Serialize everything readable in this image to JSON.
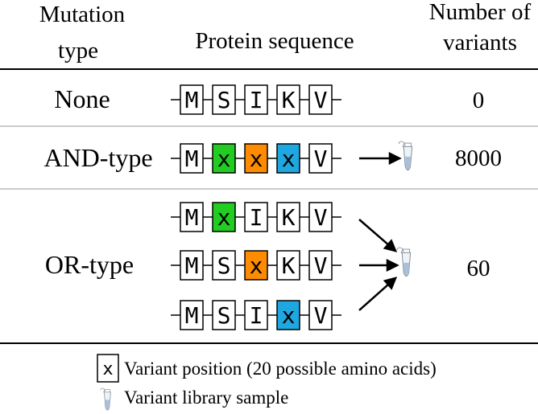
{
  "headers": {
    "mutation_type_line1": "Mutation",
    "mutation_type_line2": "type",
    "protein_sequence": "Protein sequence",
    "number_of_variants_line1": "Number of",
    "number_of_variants_line2": "variants"
  },
  "colors": {
    "green": "#22cc22",
    "orange": "#ff8c00",
    "blue": "#1ea7e0",
    "white": "#ffffff",
    "rule": "#000000",
    "divider": "#bbbbbb",
    "tube": "#a9c0d6"
  },
  "variant_symbol": "x",
  "rows": [
    {
      "label": "None",
      "count": "0",
      "sequences": [
        [
          {
            "aa": "M",
            "color": "white"
          },
          {
            "aa": "S",
            "color": "white"
          },
          {
            "aa": "I",
            "color": "white"
          },
          {
            "aa": "K",
            "color": "white"
          },
          {
            "aa": "V",
            "color": "white"
          }
        ]
      ],
      "has_library": false
    },
    {
      "label": "AND-type",
      "count": "8000",
      "sequences": [
        [
          {
            "aa": "M",
            "color": "white"
          },
          {
            "aa": "x",
            "color": "green"
          },
          {
            "aa": "x",
            "color": "orange"
          },
          {
            "aa": "x",
            "color": "blue"
          },
          {
            "aa": "V",
            "color": "white"
          }
        ]
      ],
      "has_library": true
    },
    {
      "label": "OR-type",
      "count": "60",
      "sequences": [
        [
          {
            "aa": "M",
            "color": "white"
          },
          {
            "aa": "x",
            "color": "green"
          },
          {
            "aa": "I",
            "color": "white"
          },
          {
            "aa": "K",
            "color": "white"
          },
          {
            "aa": "V",
            "color": "white"
          }
        ],
        [
          {
            "aa": "M",
            "color": "white"
          },
          {
            "aa": "S",
            "color": "white"
          },
          {
            "aa": "x",
            "color": "orange"
          },
          {
            "aa": "K",
            "color": "white"
          },
          {
            "aa": "V",
            "color": "white"
          }
        ],
        [
          {
            "aa": "M",
            "color": "white"
          },
          {
            "aa": "S",
            "color": "white"
          },
          {
            "aa": "I",
            "color": "white"
          },
          {
            "aa": "x",
            "color": "blue"
          },
          {
            "aa": "V",
            "color": "white"
          }
        ]
      ],
      "has_library": true
    }
  ],
  "legend": {
    "variant_position": "Variant position (20 possible amino acids)",
    "library_sample": "Variant library sample",
    "tube_icon": "microcentrifuge-tube-icon"
  }
}
